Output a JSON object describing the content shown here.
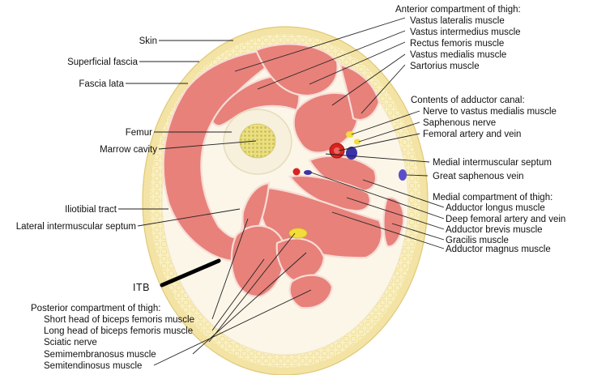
{
  "labels": {
    "left": {
      "skin": "Skin",
      "superficial_fascia": "Superficial fascia",
      "fascia_lata": "Fascia lata",
      "femur": "Femur",
      "marrow_cavity": "Marrow cavity",
      "iliotibial_tract": "Iliotibial tract",
      "lateral_intermuscular_septum": "Lateral intermuscular septum"
    },
    "anterior": {
      "header": "Anterior compartment of thigh:",
      "items": [
        "Vastus lateralis muscle",
        "Vastus intermedius muscle",
        "Rectus femoris muscle",
        "Vastus medialis muscle",
        "Sartorius muscle"
      ]
    },
    "adductor_canal": {
      "header": "Contents of adductor canal:",
      "items": [
        "Nerve to vastus medialis muscle",
        "Saphenous nerve",
        "Femoral artery and vein"
      ]
    },
    "medial_septum": "Medial intermuscular septum",
    "great_saphenous": "Great saphenous vein",
    "medial": {
      "header": "Medial compartment of thigh:",
      "items": [
        "Adductor longus muscle",
        "Deep femoral artery and vein",
        "Adductor brevis muscle",
        "Gracilis muscle",
        "Adductor magnus muscle"
      ]
    },
    "posterior": {
      "header": "Posterior compartment of thigh:",
      "items": [
        "Short head of biceps femoris muscle",
        "Long head of biceps femoris muscle",
        "Sciatic nerve",
        "Semimembranosus muscle",
        "Semitendinosus muscle"
      ]
    },
    "itb": "ITB"
  },
  "colors": {
    "skin": "#f3e3a4",
    "fat": "#f9efbf",
    "muscle": "#e7817a",
    "bone": "#f6f0dc",
    "marrow": "#e6dc7c",
    "artery": "#d9231f",
    "vein": "#3b33a8",
    "nerve": "#f2dd3a"
  }
}
